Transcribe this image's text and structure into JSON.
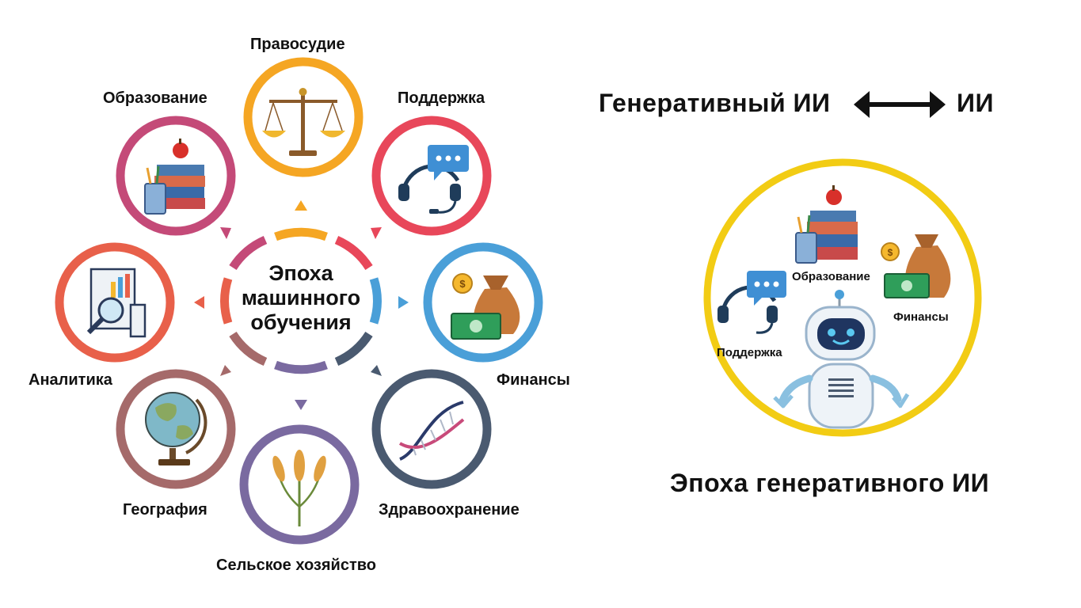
{
  "ml_diagram": {
    "center": [
      "Эпоха",
      "машинного",
      "обучения"
    ],
    "domains": {
      "justice": "Правосудие",
      "support": "Поддержка",
      "finance": "Финансы",
      "health": "Здравоохранение",
      "agriculture": "Сельское хозяйство",
      "geography": "География",
      "analytics": "Аналитика",
      "education": "Образование"
    }
  },
  "header": {
    "left": "Генеративный ИИ",
    "right": "ИИ"
  },
  "genai": {
    "education": "Образование",
    "finance": "Финансы",
    "support": "Поддержка",
    "caption": "Эпоха генеративного ИИ"
  },
  "colors": {
    "justice": "#f5a623",
    "support": "#e8475a",
    "finance": "#4a9fd8",
    "health": "#4a5a70",
    "agriculture": "#7a6aa0",
    "geography": "#a56a6a",
    "analytics": "#e8604a",
    "education": "#c44a78",
    "genai_ring": "#f2cc14"
  }
}
